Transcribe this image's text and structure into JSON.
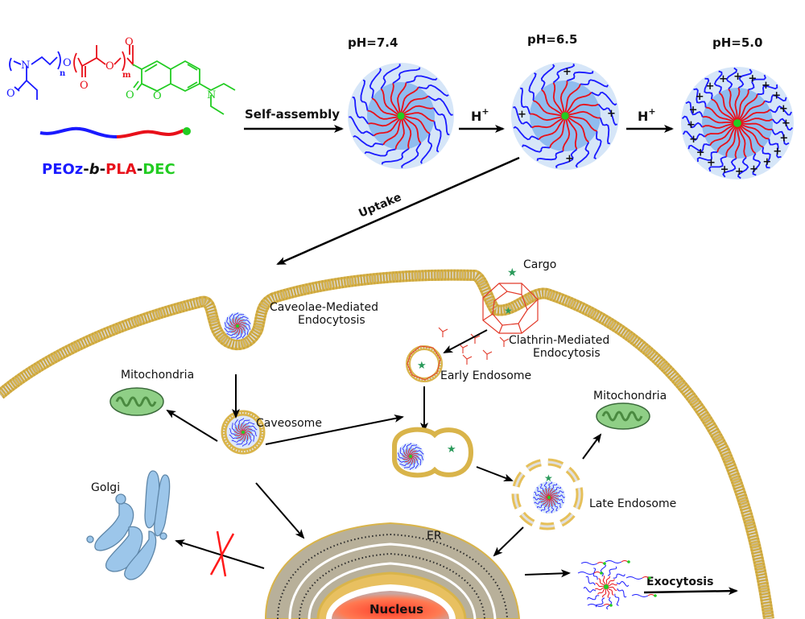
{
  "colors": {
    "peoz": "#1a1aff",
    "pla": "#e8101a",
    "dec": "#22cc22",
    "corona": "#d6e6f8",
    "core": "#8fbcef",
    "membrane": "#d9b44a",
    "membrane_inner": "#c8c8c8",
    "mito_fill": "#8fcf86",
    "mito_stroke": "#3a6a3a",
    "golgi": "#7fb2e0",
    "er": "#a9a39a",
    "nucleus": "#ff5a3c",
    "clathrin": "#e23a2a",
    "cargo": "#2a9a5a",
    "arrow": "#000000",
    "blocked": "#ff1a1a"
  },
  "polymer": {
    "label_parts": [
      {
        "text": "PEOz",
        "role": "peoz"
      },
      {
        "text": "-",
        "role": "plain"
      },
      {
        "text": "b",
        "role": "italic"
      },
      {
        "text": "-",
        "role": "plain"
      },
      {
        "text": "PLA",
        "role": "pla"
      },
      {
        "text": "-",
        "role": "plain"
      },
      {
        "text": "DEC",
        "role": "dec"
      }
    ],
    "subscript_n": "n",
    "subscript_m": "m",
    "atom_N": "N",
    "atom_O": "O"
  },
  "micelles": [
    {
      "ph_label": "pH=7.4",
      "charges": 0
    },
    {
      "ph_label": "pH=6.5",
      "charges": 4
    },
    {
      "ph_label": "pH=5.0",
      "charges": 20
    }
  ],
  "arrows": {
    "self_assembly": "Self-assembly",
    "proton_1": "H",
    "proton_2": "H",
    "proton_sup": "+",
    "uptake": "Uptake",
    "exocytosis": "Exocytosis"
  },
  "cell_labels": {
    "caveolae": [
      "Caveolae-Mediated",
      "Endocytosis"
    ],
    "clathrin": [
      "Clathrin-Mediated",
      "Endocytosis"
    ],
    "cargo": "Cargo",
    "early_endosome": "Early Endosome",
    "mitochondria_left": "Mitochondria",
    "mitochondria_right": "Mitochondria",
    "caveosome": "Caveosome",
    "golgi": "Golgi",
    "late_endosome": "Late Endosome",
    "er": "ER",
    "nucleus": "Nucleus"
  }
}
